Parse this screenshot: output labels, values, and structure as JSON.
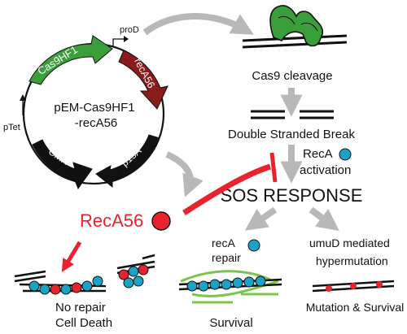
{
  "plasmid": {
    "name_line1": "pEM-Cas9HF1",
    "name_line2": "-recA56",
    "genes": {
      "cas9": "Cas9HF1",
      "reca56": "recA56",
      "cmr": "CmR",
      "p15a": "p15A"
    },
    "promoters": {
      "prod": "proD",
      "ptet": "pTet"
    }
  },
  "pathway": {
    "cleavage": "Cas9 cleavage",
    "dsb": "Double Stranded Break",
    "reca_activation_1": "RecA",
    "reca_activation_2": "activation",
    "sos": "SOS RESPONSE"
  },
  "inhibitor": {
    "label": "RecA56"
  },
  "outcomes": {
    "reca_repair_1": "recA",
    "reca_repair_2": "repair",
    "umud_1": "umuD mediated",
    "umud_2": "hypermutation",
    "survival": "Survival",
    "mutation_survival": "Mutation & Survival",
    "no_repair_1": "No repair",
    "no_repair_2": "Cell Death"
  },
  "colors": {
    "green": "#3a9e3a",
    "dark_red": "#8b1a1a",
    "red": "#e8232e",
    "black": "#111111",
    "teal": "#1ba3c6",
    "gray": "#b8b8b8",
    "light_green": "#7cc44e"
  }
}
